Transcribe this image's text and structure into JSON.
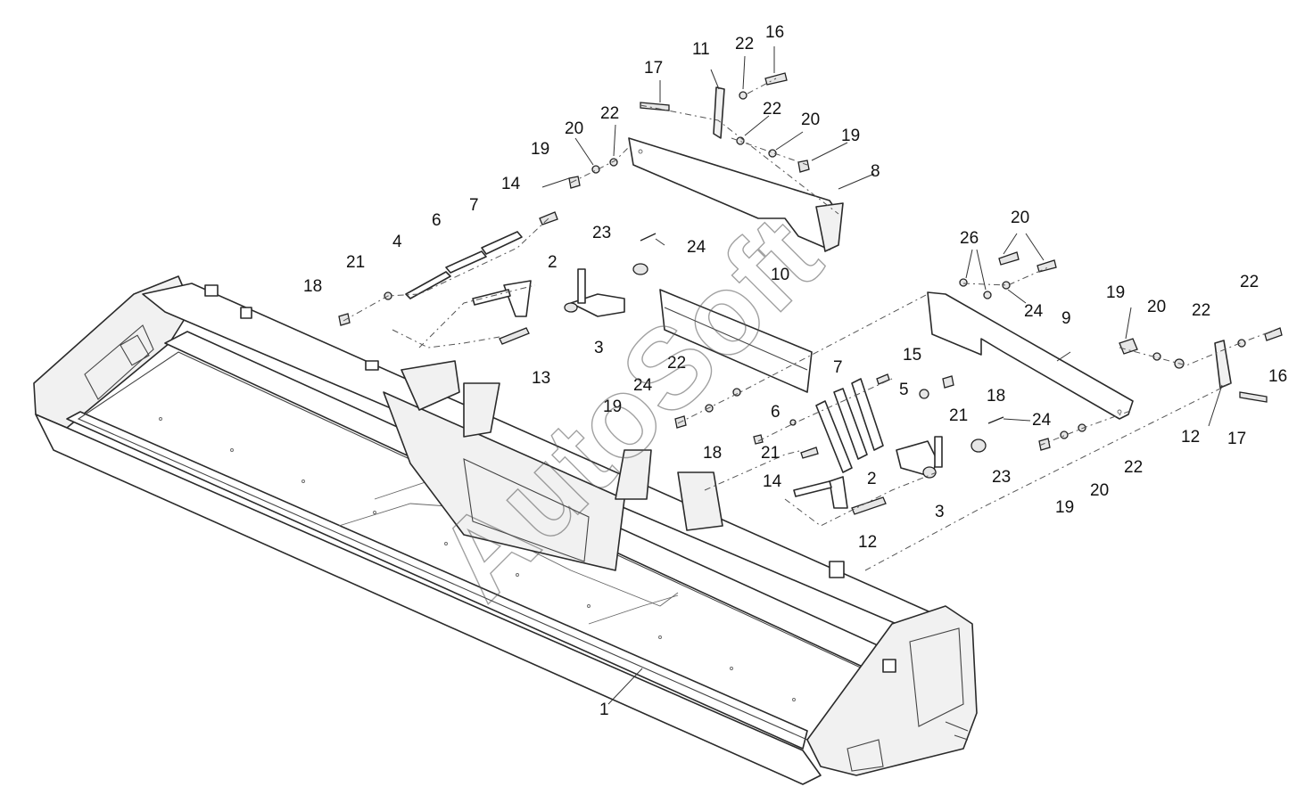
{
  "watermark": "AutoSoft",
  "labels": {
    "l1": "1",
    "l2a": "2",
    "l2b": "2",
    "l3a": "3",
    "l3b": "3",
    "l4": "4",
    "l5": "5",
    "l6a": "6",
    "l6b": "6",
    "l7a": "7",
    "l7b": "7",
    "l8": "8",
    "l9": "9",
    "l10": "10",
    "l11": "11",
    "l12a": "12",
    "l12b": "12",
    "l13": "13",
    "l14a": "14",
    "l14b": "14",
    "l15": "15",
    "l16a": "16",
    "l16b": "16",
    "l17a": "17",
    "l17b": "17",
    "l18a": "18",
    "l18b": "18",
    "l18c": "18",
    "l19a": "19",
    "l19b": "19",
    "l19c": "19",
    "l19d": "19",
    "l19e": "19",
    "l20a": "20",
    "l20b": "20",
    "l20c": "20",
    "l20d": "20",
    "l20e": "20",
    "l21a": "21",
    "l21b": "21",
    "l21c": "21",
    "l22a": "22",
    "l22b": "22",
    "l22c": "22",
    "l22d": "22",
    "l22e": "22",
    "l22f": "22",
    "l23a": "23",
    "l23b": "23",
    "l24a": "24",
    "l24b": "24",
    "l24c": "24",
    "l24d": "24",
    "l26": "26"
  }
}
